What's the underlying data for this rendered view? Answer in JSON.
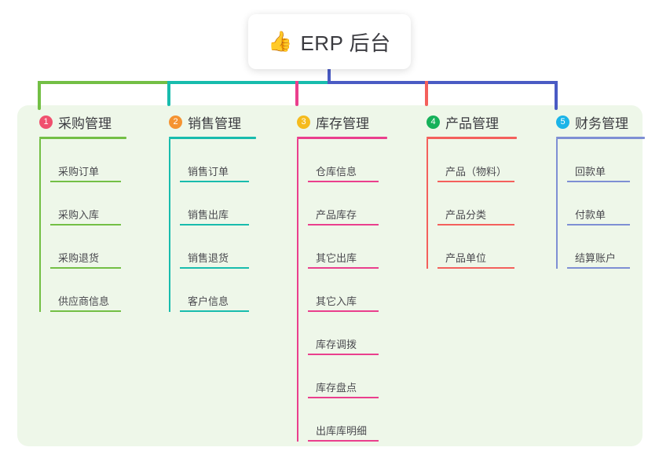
{
  "diagram": {
    "type": "mind-map",
    "title": "ERP 后台",
    "root": {
      "emoji": "👍",
      "emoji_name": "thumbs-up-emoji",
      "label": "ERP 后台"
    },
    "panel_color": "#eef7e9",
    "trunk_color": "#4a5bc4",
    "branches": [
      {
        "number": "1",
        "label": "采购管理",
        "badge_color": "#f0506e",
        "line_color": "#73bf45",
        "items": [
          {
            "label": "采购订单"
          },
          {
            "label": "采购入库"
          },
          {
            "label": "采购退货"
          },
          {
            "label": "供应商信息"
          }
        ]
      },
      {
        "number": "2",
        "label": "销售管理",
        "badge_color": "#f59331",
        "line_color": "#18bcad",
        "items": [
          {
            "label": "销售订单"
          },
          {
            "label": "销售出库"
          },
          {
            "label": "销售退货"
          },
          {
            "label": "客户信息"
          }
        ]
      },
      {
        "number": "3",
        "label": "库存管理",
        "badge_color": "#f5bb1d",
        "line_color": "#ea3f8d",
        "items": [
          {
            "label": "仓库信息"
          },
          {
            "label": "产品库存"
          },
          {
            "label": "其它出库"
          },
          {
            "label": "其它入库"
          },
          {
            "label": "库存调拨"
          },
          {
            "label": "库存盘点"
          },
          {
            "label": "出库库明细"
          }
        ]
      },
      {
        "number": "4",
        "label": "产品管理",
        "badge_color": "#16b15a",
        "line_color": "#f4605c",
        "items": [
          {
            "label": "产品（物料）"
          },
          {
            "label": "产品分类"
          },
          {
            "label": "产品单位"
          }
        ]
      },
      {
        "number": "5",
        "label": "财务管理",
        "badge_color": "#1ab4e8",
        "line_color": "#7e8fd4",
        "items": [
          {
            "label": "回款单"
          },
          {
            "label": "付款单"
          },
          {
            "label": "结算账户"
          }
        ]
      }
    ]
  }
}
